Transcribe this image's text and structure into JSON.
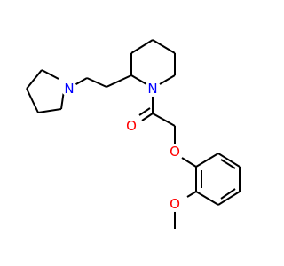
{
  "diagram_type": "chemical-structure",
  "molecule": {
    "atoms": [
      {
        "id": "N1",
        "symbol": "N",
        "color": "#0000FF",
        "label": "N"
      },
      {
        "id": "N2",
        "symbol": "N",
        "color": "#0000FF",
        "label": "N"
      },
      {
        "id": "O1",
        "symbol": "O",
        "color": "#FF0000",
        "label": "O"
      },
      {
        "id": "O2",
        "symbol": "O",
        "color": "#FF0000",
        "label": "O"
      },
      {
        "id": "O3",
        "symbol": "O",
        "color": "#FF0000",
        "label": "O"
      }
    ],
    "rings": [
      "pyrrolidine",
      "piperidine",
      "benzene"
    ],
    "bond_color": "#000000"
  }
}
